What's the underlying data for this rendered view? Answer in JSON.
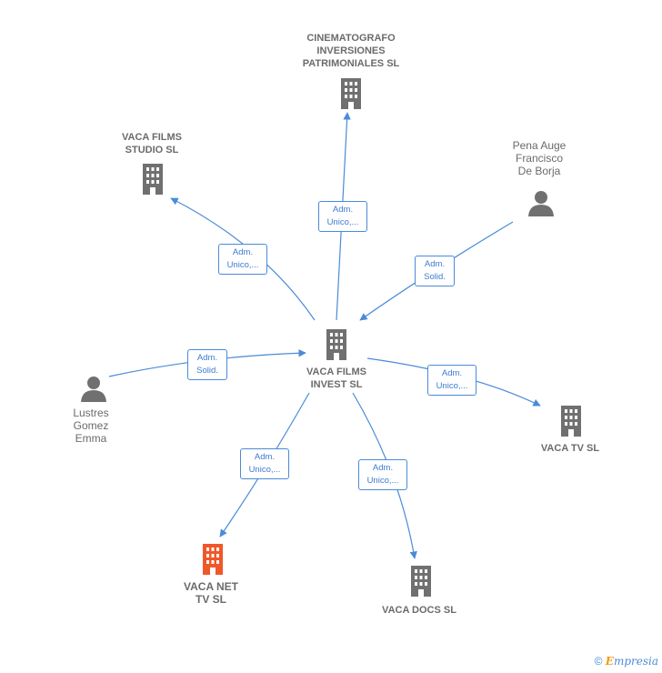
{
  "nodes": {
    "center": {
      "label": "VACA FILMS\nINVEST  SL",
      "type": "company"
    },
    "cinematografo": {
      "label": "CINEMATOGRAFO\nINVERSIONES\nPATRIMONIALES SL",
      "type": "company"
    },
    "vaca_films_studio": {
      "label": "VACA FILMS\nSTUDIO SL",
      "type": "company"
    },
    "pena_auge": {
      "label": "Pena Auge\nFrancisco\nDe Borja",
      "type": "person"
    },
    "lustres": {
      "label": "Lustres\nGomez\nEmma",
      "type": "person"
    },
    "vaca_tv": {
      "label": "VACA TV  SL",
      "type": "company"
    },
    "vaca_net_tv": {
      "label": "VACA NET\nTV  SL",
      "type": "company-highlight"
    },
    "vaca_docs": {
      "label": "VACA DOCS  SL",
      "type": "company"
    }
  },
  "edges": {
    "to_cinematografo": "Adm.\nUnico,...",
    "to_vaca_films_studio": "Adm.\nUnico,...",
    "from_pena_auge": "Adm.\nSolid.",
    "from_lustres": "Adm.\nSolid.",
    "to_vaca_tv": "Adm.\nUnico,...",
    "to_vaca_net_tv": "Adm.\nUnico,...",
    "to_vaca_docs": "Adm.\nUnico,..."
  },
  "footer": {
    "copyright": "©",
    "brand_first": "E",
    "brand_rest": "mpresia"
  },
  "colors": {
    "company": "#707070",
    "highlight": "#f0572a",
    "edge": "#4a8bd8",
    "person": "#707070"
  }
}
